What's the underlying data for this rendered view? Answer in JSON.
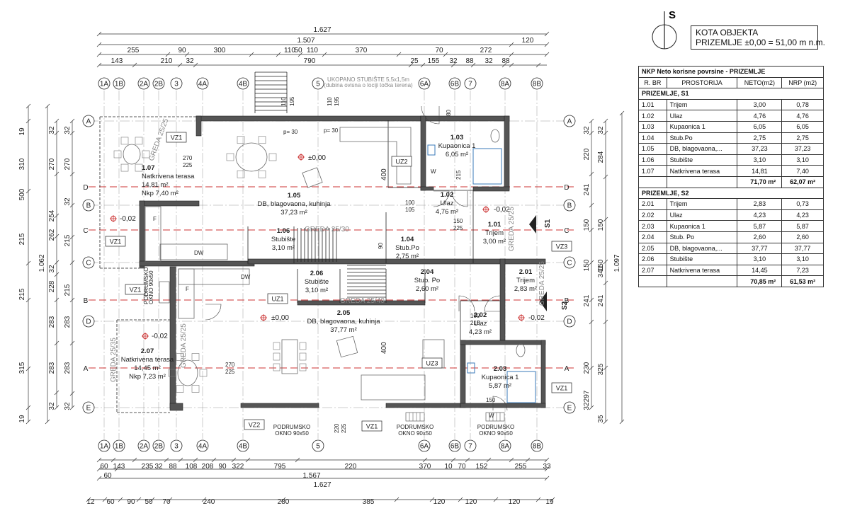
{
  "header": {
    "kota_title": "KOTA OBJEKTA",
    "kota_value": "PRIZEMLJE ±0,00 = 51,00 m n.m.",
    "north_label": "S"
  },
  "table": {
    "title": "NKP Neto korisne povrsine - PRIZEMLJE",
    "col_rbr": "R. BR",
    "col_prostorija": "PROSTORIJA",
    "col_neto": "NETO(m2)",
    "col_nrp": "NRP (m2)",
    "sections": [
      {
        "name": "PRIZEMLJE, S1",
        "rows": [
          {
            "rbr": "1.01",
            "name": "Trijem",
            "neto": "3,00",
            "nrp": "0,78"
          },
          {
            "rbr": "1.02",
            "name": "Ulaz",
            "neto": "4,76",
            "nrp": "4,76"
          },
          {
            "rbr": "1.03",
            "name": "Kupaonica 1",
            "neto": "6,05",
            "nrp": "6,05"
          },
          {
            "rbr": "1.04",
            "name": "Stub.Po",
            "neto": "2,75",
            "nrp": "2,75"
          },
          {
            "rbr": "1.05",
            "name": "DB, blagovaona,...",
            "neto": "37,23",
            "nrp": "37,23"
          },
          {
            "rbr": "1.06",
            "name": "Stubište",
            "neto": "3,10",
            "nrp": "3,10"
          },
          {
            "rbr": "1.07",
            "name": "Natkrivena terasa",
            "neto": "14,81",
            "nrp": "7,40"
          }
        ],
        "total_neto": "71,70 m²",
        "total_nrp": "62,07 m²"
      },
      {
        "name": "PRIZEMLJE, S2",
        "rows": [
          {
            "rbr": "2.01",
            "name": "Trijem",
            "neto": "2,83",
            "nrp": "0,73"
          },
          {
            "rbr": "2.02",
            "name": "Ulaz",
            "neto": "4,23",
            "nrp": "4,23"
          },
          {
            "rbr": "2.03",
            "name": "Kupaonica 1",
            "neto": "5,87",
            "nrp": "5,87"
          },
          {
            "rbr": "2.04",
            "name": "Stub. Po",
            "neto": "2,60",
            "nrp": "2,60"
          },
          {
            "rbr": "2.05",
            "name": "DB, blagovaona,...",
            "neto": "37,77",
            "nrp": "37,77"
          },
          {
            "rbr": "2.06",
            "name": "Stubište",
            "neto": "3,10",
            "nrp": "3,10"
          },
          {
            "rbr": "2.07",
            "name": "Natkrivena terasa",
            "neto": "14,45",
            "nrp": "7,23"
          }
        ],
        "total_neto": "70,85 m²",
        "total_nrp": "61,53 m²"
      }
    ]
  },
  "plan": {
    "grid_cols": [
      "1A",
      "1B",
      "2A",
      "2B",
      "3",
      "4A",
      "4B",
      "5",
      "6A",
      "6B",
      "7",
      "8A",
      "8B"
    ],
    "grid_rows": [
      "A",
      "D",
      "B",
      "C",
      "C",
      "B",
      "D",
      "A",
      "E"
    ],
    "top_dims": {
      "total": "1.627",
      "second": "1.507",
      "second_end": "120",
      "row3": [
        "255",
        "90",
        "300",
        "110",
        "50",
        "110",
        "370",
        "70",
        "272"
      ],
      "row4": [
        "143",
        "210",
        "32",
        "790",
        "25",
        "155",
        "32",
        "88",
        "32",
        "88"
      ],
      "stair_note1": "UKOPANO STUBIŠTE 5,5x1,5m",
      "stair_note2": "(dubina ovisna o lociji točka terena)"
    },
    "bottom_dims": {
      "row1": [
        "60",
        "143",
        "235",
        "32",
        "88",
        "108",
        "208",
        "90",
        "322",
        "795",
        "220",
        "370",
        "10",
        "70",
        "152",
        "255",
        "33"
      ],
      "row2": [
        "60",
        "1.567"
      ],
      "total": "1.627",
      "row4": [
        "12",
        "60",
        "90",
        "50",
        "70",
        "240",
        "280",
        "385",
        "120",
        "120",
        "120",
        "19"
      ]
    },
    "left_dims": {
      "outer": [
        "19",
        "310",
        "500",
        "215",
        "215",
        "315",
        "19"
      ],
      "middle": [
        "1.062"
      ],
      "inner": [
        "32",
        "270",
        "254",
        "262",
        "32",
        "228",
        "283",
        "283",
        "32"
      ],
      "innermost": [
        "32",
        "270",
        "32",
        "215",
        "215",
        "283",
        "283",
        "32"
      ]
    },
    "right_dims": {
      "outer": [
        "1.097"
      ],
      "middle": [
        "32",
        "284",
        "150",
        "150",
        "341",
        "241",
        "325",
        "35"
      ],
      "inner": [
        "32",
        "220",
        "241",
        "150",
        "150",
        "241",
        "230",
        "297",
        "32"
      ]
    },
    "rooms": [
      {
        "num": "1.07",
        "name": "Natkrivena terasa",
        "area": "14,81 m²",
        "nkp": "Nkp 7,40 m²"
      },
      {
        "num": "1.05",
        "name": "DB, blagovaona, kuhinja",
        "area": "37,23 m²"
      },
      {
        "num": "1.03",
        "name": "Kupaonica 1",
        "area": "6,05 m²"
      },
      {
        "num": "1.02",
        "name": "Ulaz",
        "area": "4,76 m²"
      },
      {
        "num": "1.01",
        "name": "Trijem",
        "area": "3,00 m²"
      },
      {
        "num": "1.06",
        "name": "Stubište",
        "area": "3,10 m²"
      },
      {
        "num": "1.04",
        "name": "Stub.Po",
        "area": "2,75 m²"
      },
      {
        "num": "2.06",
        "name": "Stubište",
        "area": "3,10 m²"
      },
      {
        "num": "2.04",
        "name": "Stub. Po",
        "area": "2,60 m²"
      },
      {
        "num": "2.01",
        "name": "Trijem",
        "area": "2,83 m²"
      },
      {
        "num": "2.05",
        "name": "DB, blagovaona, kuhinja",
        "area": "37,77 m²"
      },
      {
        "num": "2.02",
        "name": "Ulaz",
        "area": "4,23 m²"
      },
      {
        "num": "2.07",
        "name": "Natkrivena terasa",
        "area": "14,45 m²",
        "nkp": "Nkp 7,23 m²"
      },
      {
        "num": "2.03",
        "name": "Kupaonica 1",
        "area": "5,87 m²"
      }
    ],
    "levels": {
      "zero": "±0,00",
      "minus": "-0,02"
    },
    "tags": {
      "vz1": "VZ1",
      "vz2": "VZ2",
      "vz3": "VZ3",
      "uz1": "UZ1",
      "uz2": "UZ2",
      "uz3": "UZ3",
      "s1": "S1",
      "s2": "S2",
      "podrumsko": "PODRUMSKO",
      "okno": "OKNO 90x50",
      "greda1": "GREDA 25/30",
      "greda2": "GREDA 25/40",
      "greda3": "GREDA 25/25",
      "greda4": "GREDA 25/35",
      "dw": "DW",
      "w": "W",
      "f": "F",
      "p30": "p= 30"
    },
    "misc_dims": {
      "d400": "400",
      "d270": "270",
      "d225": "225",
      "d215": "215",
      "d150": "150",
      "d105": "105",
      "d100": "100",
      "d110": "110",
      "d195": "195",
      "d90": "90",
      "d220": "220",
      "d80": "80",
      "d150b": "150"
    }
  }
}
